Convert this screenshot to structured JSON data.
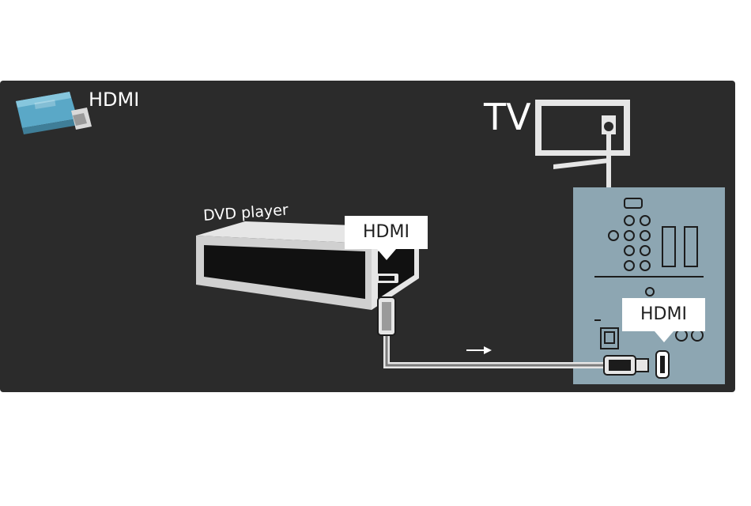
{
  "legend": {
    "label": "HDMI",
    "icon": "hdmi-connector-icon"
  },
  "tv": {
    "title": "TV",
    "icon": "tv-icon"
  },
  "dvd": {
    "label": "DVD player"
  },
  "callouts": {
    "dvd_port": "HDMI",
    "tv_port": "HDMI"
  },
  "icons": {
    "cable": "hdmi-cable-icon",
    "arrow": "arrow-right-icon",
    "tv_panel": "tv-connector-panel-icon"
  },
  "colors": {
    "background": "#2b2b2b",
    "panel": "#8da6b2",
    "text": "#ffffff",
    "connector": "#5aa8c7"
  }
}
